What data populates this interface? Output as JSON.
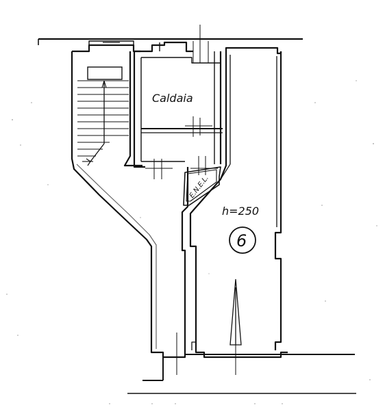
{
  "plan": {
    "room_label": "Caldaia",
    "meter_label": "E.N.E.L.",
    "height_label": "h=250",
    "unit_number": "6"
  },
  "colors": {
    "ink": "#111111",
    "paper": "#ffffff",
    "speck": "#9a9a9a"
  }
}
